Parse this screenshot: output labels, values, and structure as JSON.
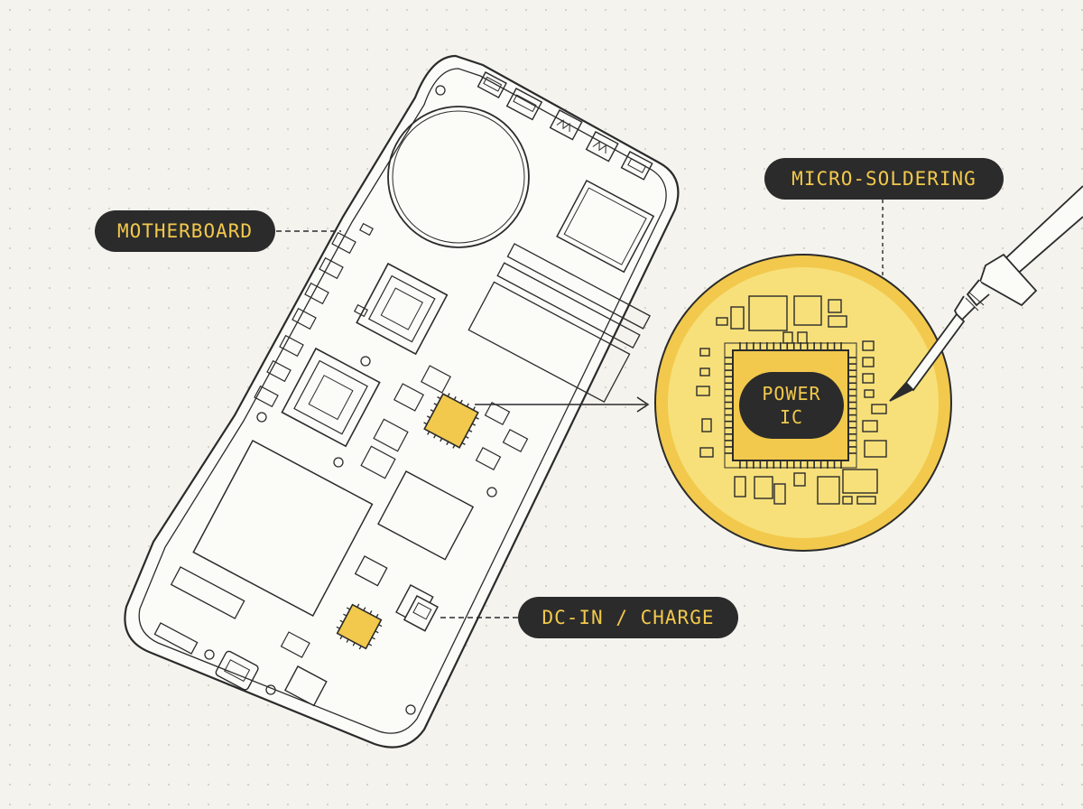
{
  "labels": {
    "motherboard": "MOTHERBOARD",
    "micro_soldering": "MICRO-SOLDERING",
    "dc_in": "DC-IN / CHARGE",
    "chip_line1": "POWER",
    "chip_line2": "IC"
  },
  "colors": {
    "background": "#f4f3ee",
    "line": "#2b2b2b",
    "accent": "#f2c94c",
    "accent_light": "#f7e07a",
    "pill_bg": "#2b2b2b"
  },
  "icons": [
    "soldering-iron-icon",
    "chip-icon",
    "capacitor-icon",
    "connector-icon"
  ]
}
